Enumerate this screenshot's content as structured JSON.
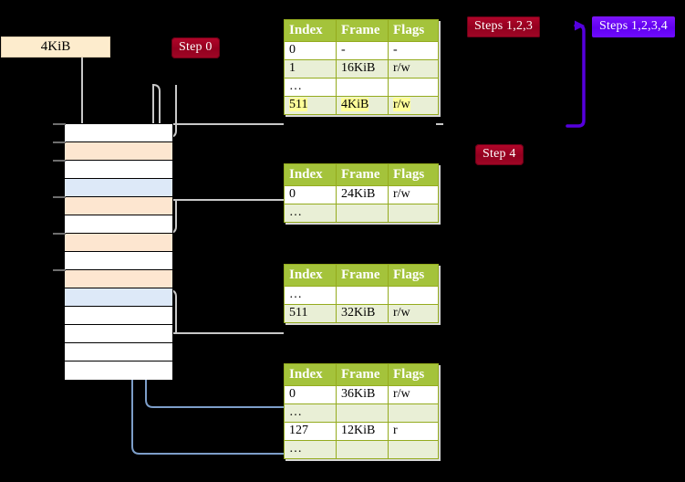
{
  "diagram": {
    "title_badges": [
      {
        "id": "steps-123",
        "label": "Steps 1,2,3",
        "color": "#a00726"
      },
      {
        "id": "steps-1234",
        "label": "Steps 1,2,3,4",
        "color": "#6200f0"
      },
      {
        "id": "step-0",
        "label": "Step 0",
        "color": "#a00726"
      },
      {
        "id": "step-4",
        "label": "Step 4",
        "color": "#a00726"
      }
    ],
    "size_box": {
      "label": "4KiB",
      "fill": "#fdeccd"
    },
    "memory_column": {
      "rows": [
        {
          "fill": "white",
          "tick": true
        },
        {
          "fill": "peach",
          "tick": true
        },
        {
          "fill": "white",
          "tick": true
        },
        {
          "fill": "blue",
          "tick": false
        },
        {
          "fill": "peach",
          "tick": true
        },
        {
          "fill": "white",
          "tick": false
        },
        {
          "fill": "peach",
          "tick": true
        },
        {
          "fill": "white",
          "tick": false
        },
        {
          "fill": "peach",
          "tick": true
        },
        {
          "fill": "blue",
          "tick": false
        },
        {
          "fill": "white",
          "tick": false
        },
        {
          "fill": "white",
          "tick": false
        },
        {
          "fill": "white",
          "tick": false
        },
        {
          "fill": "white",
          "tick": false
        }
      ],
      "colors": {
        "peach": "#fde6d0",
        "blue": "#dde9f8",
        "white": "#ffffff"
      }
    },
    "tables": [
      {
        "id": "pml4",
        "headers": [
          "Index",
          "Frame",
          "Flags"
        ],
        "rows": [
          {
            "index": "0",
            "frame": "-",
            "flags": "-",
            "highlight": false
          },
          {
            "index": "1",
            "frame": "16KiB",
            "flags": "r/w",
            "highlight": false
          },
          {
            "index": "…",
            "frame": "",
            "flags": "",
            "highlight": false
          },
          {
            "index": "511",
            "frame": "4KiB",
            "flags": "r/w",
            "highlight": true
          }
        ]
      },
      {
        "id": "pdpt",
        "headers": [
          "Index",
          "Frame",
          "Flags"
        ],
        "rows": [
          {
            "index": "0",
            "frame": "24KiB",
            "flags": "r/w",
            "highlight": false
          },
          {
            "index": "…",
            "frame": "",
            "flags": "",
            "highlight": false
          }
        ]
      },
      {
        "id": "pd",
        "headers": [
          "Index",
          "Frame",
          "Flags"
        ],
        "rows": [
          {
            "index": "…",
            "frame": "",
            "flags": "",
            "highlight": false
          },
          {
            "index": "511",
            "frame": "32KiB",
            "flags": "r/w",
            "highlight": false
          }
        ]
      },
      {
        "id": "pt",
        "headers": [
          "Index",
          "Frame",
          "Flags"
        ],
        "rows": [
          {
            "index": "0",
            "frame": "36KiB",
            "flags": "r/w",
            "highlight": false
          },
          {
            "index": "…",
            "frame": "",
            "flags": "",
            "highlight": false
          },
          {
            "index": "127",
            "frame": "12KiB",
            "flags": "r",
            "highlight": false
          },
          {
            "index": "…",
            "frame": "",
            "flags": "",
            "highlight": false
          }
        ]
      }
    ],
    "colors": {
      "table_header": "#a4c33b",
      "table_header_text": "#ffffff",
      "table_border": "#94ab1e",
      "table_row_even": "#e9efd6",
      "highlight": "#ffff99",
      "wire_gray": "#c8c8c8",
      "wire_blue": "#7d9ec9",
      "arrow_blue": "#3f6fa8",
      "arrow_purple": "#5500dd",
      "background": "#000000"
    }
  }
}
